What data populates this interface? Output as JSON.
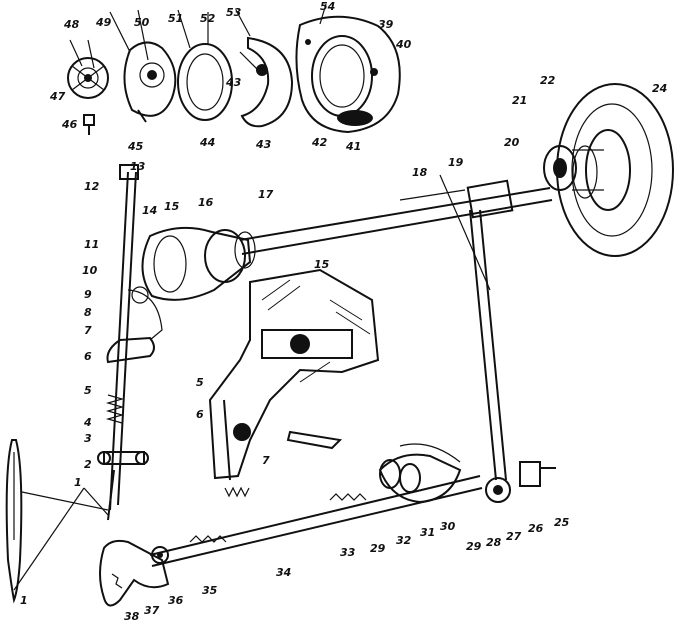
{
  "labels": {
    "l1": "1",
    "l1b": "1",
    "l2": "2",
    "l3": "3",
    "l4": "4",
    "l5": "5",
    "l5b": "5",
    "l6": "6",
    "l6b": "6",
    "l7": "7",
    "l7b": "7",
    "l8": "8",
    "l9": "9",
    "l10": "10",
    "l11": "11",
    "l12": "12",
    "l13": "13",
    "l14": "14",
    "l15": "15",
    "l15b": "15",
    "l16": "16",
    "l17": "17",
    "l18": "18",
    "l19": "19",
    "l20": "20",
    "l21": "21",
    "l22": "22",
    "l24": "24",
    "l25": "25",
    "l26": "26",
    "l27": "27",
    "l28": "28",
    "l29": "29",
    "l29b": "29",
    "l30": "30",
    "l31": "31",
    "l32": "32",
    "l33": "33",
    "l34": "34",
    "l35": "35",
    "l36": "36",
    "l37": "37",
    "l38": "38",
    "l39": "39",
    "l40": "40",
    "l41": "41",
    "l42": "42",
    "l43": "43",
    "l43b": "43",
    "l44": "44",
    "l45": "45",
    "l46": "46",
    "l47": "47",
    "l48": "48",
    "l49": "49",
    "l50": "50",
    "l51": "51",
    "l52": "52",
    "l53": "53",
    "l54": "54"
  },
  "colors": {
    "ink": "#111111",
    "paper": "#ffffff"
  }
}
